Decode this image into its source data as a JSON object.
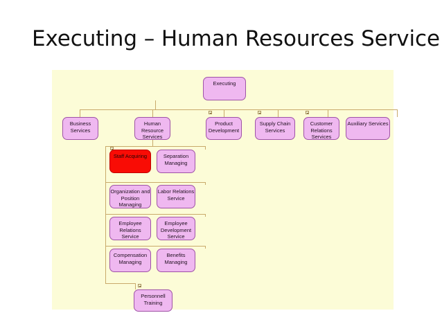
{
  "slide": {
    "title": "Executing – Human Resources Service",
    "canvas_bg": "#FCFCD7",
    "page_bg": "#ffffff"
  },
  "theme": {
    "node_fill": "#EFB8F0",
    "node_border": "#9E52A6",
    "node_text": "#201020",
    "selected_fill": "#F90C05",
    "selected_border": "#C00000",
    "connector": "#C8A96A"
  },
  "chart_data": {
    "type": "diagram",
    "diagram_kind": "org-chart",
    "title": "Executing – Human Resources Service",
    "root": "Executing",
    "nodes": [
      {
        "id": "executing",
        "label": "Executing",
        "level": 0,
        "selected": false
      },
      {
        "id": "business-services",
        "label": "Business\nServices",
        "level": 1,
        "selected": false
      },
      {
        "id": "human-resource-services",
        "label": "Human\nResource\nServices",
        "level": 1,
        "selected": false
      },
      {
        "id": "product-development",
        "label": "Product\nDevelopment",
        "level": 1,
        "selected": false
      },
      {
        "id": "supply-chain-services",
        "label": "Supply Chain\nServices",
        "level": 1,
        "selected": false
      },
      {
        "id": "customer-relations-services",
        "label": "Customer\nRelations\nServices",
        "level": 1,
        "selected": false
      },
      {
        "id": "auxiliary-services",
        "label": "Auxiliary Services",
        "level": 1,
        "selected": false
      },
      {
        "id": "staff-acquiring",
        "label": "Staff Acquiring",
        "level": 2,
        "selected": true
      },
      {
        "id": "separation-managing",
        "label": "Separation\nManaging",
        "level": 2,
        "selected": false
      },
      {
        "id": "organization-and-position-managing",
        "label": "Organization and\nPosition\nManaging",
        "level": 2,
        "selected": false
      },
      {
        "id": "labor-relations-service",
        "label": "Labor Relations\nService",
        "level": 2,
        "selected": false
      },
      {
        "id": "employee-relations-service",
        "label": "Employee\nRelations Service",
        "level": 2,
        "selected": false
      },
      {
        "id": "employee-development-service",
        "label": "Employee\nDevelopment\nService",
        "level": 2,
        "selected": false
      },
      {
        "id": "compensation-managing",
        "label": "Compensation\nManaging",
        "level": 2,
        "selected": false
      },
      {
        "id": "benefits-managing",
        "label": "Benefits\nManaging",
        "level": 2,
        "selected": false
      },
      {
        "id": "personnell-training",
        "label": "Personnell\nTraining",
        "level": 2,
        "selected": false
      }
    ],
    "edges": [
      {
        "from": "executing",
        "to": "business-services"
      },
      {
        "from": "executing",
        "to": "human-resource-services"
      },
      {
        "from": "executing",
        "to": "product-development"
      },
      {
        "from": "executing",
        "to": "supply-chain-services"
      },
      {
        "from": "executing",
        "to": "customer-relations-services"
      },
      {
        "from": "executing",
        "to": "auxiliary-services"
      },
      {
        "from": "human-resource-services",
        "to": "staff-acquiring"
      },
      {
        "from": "human-resource-services",
        "to": "separation-managing"
      },
      {
        "from": "human-resource-services",
        "to": "organization-and-position-managing"
      },
      {
        "from": "human-resource-services",
        "to": "labor-relations-service"
      },
      {
        "from": "human-resource-services",
        "to": "employee-relations-service"
      },
      {
        "from": "human-resource-services",
        "to": "employee-development-service"
      },
      {
        "from": "human-resource-services",
        "to": "compensation-managing"
      },
      {
        "from": "human-resource-services",
        "to": "benefits-managing"
      },
      {
        "from": "human-resource-services",
        "to": "personnell-training"
      }
    ]
  }
}
